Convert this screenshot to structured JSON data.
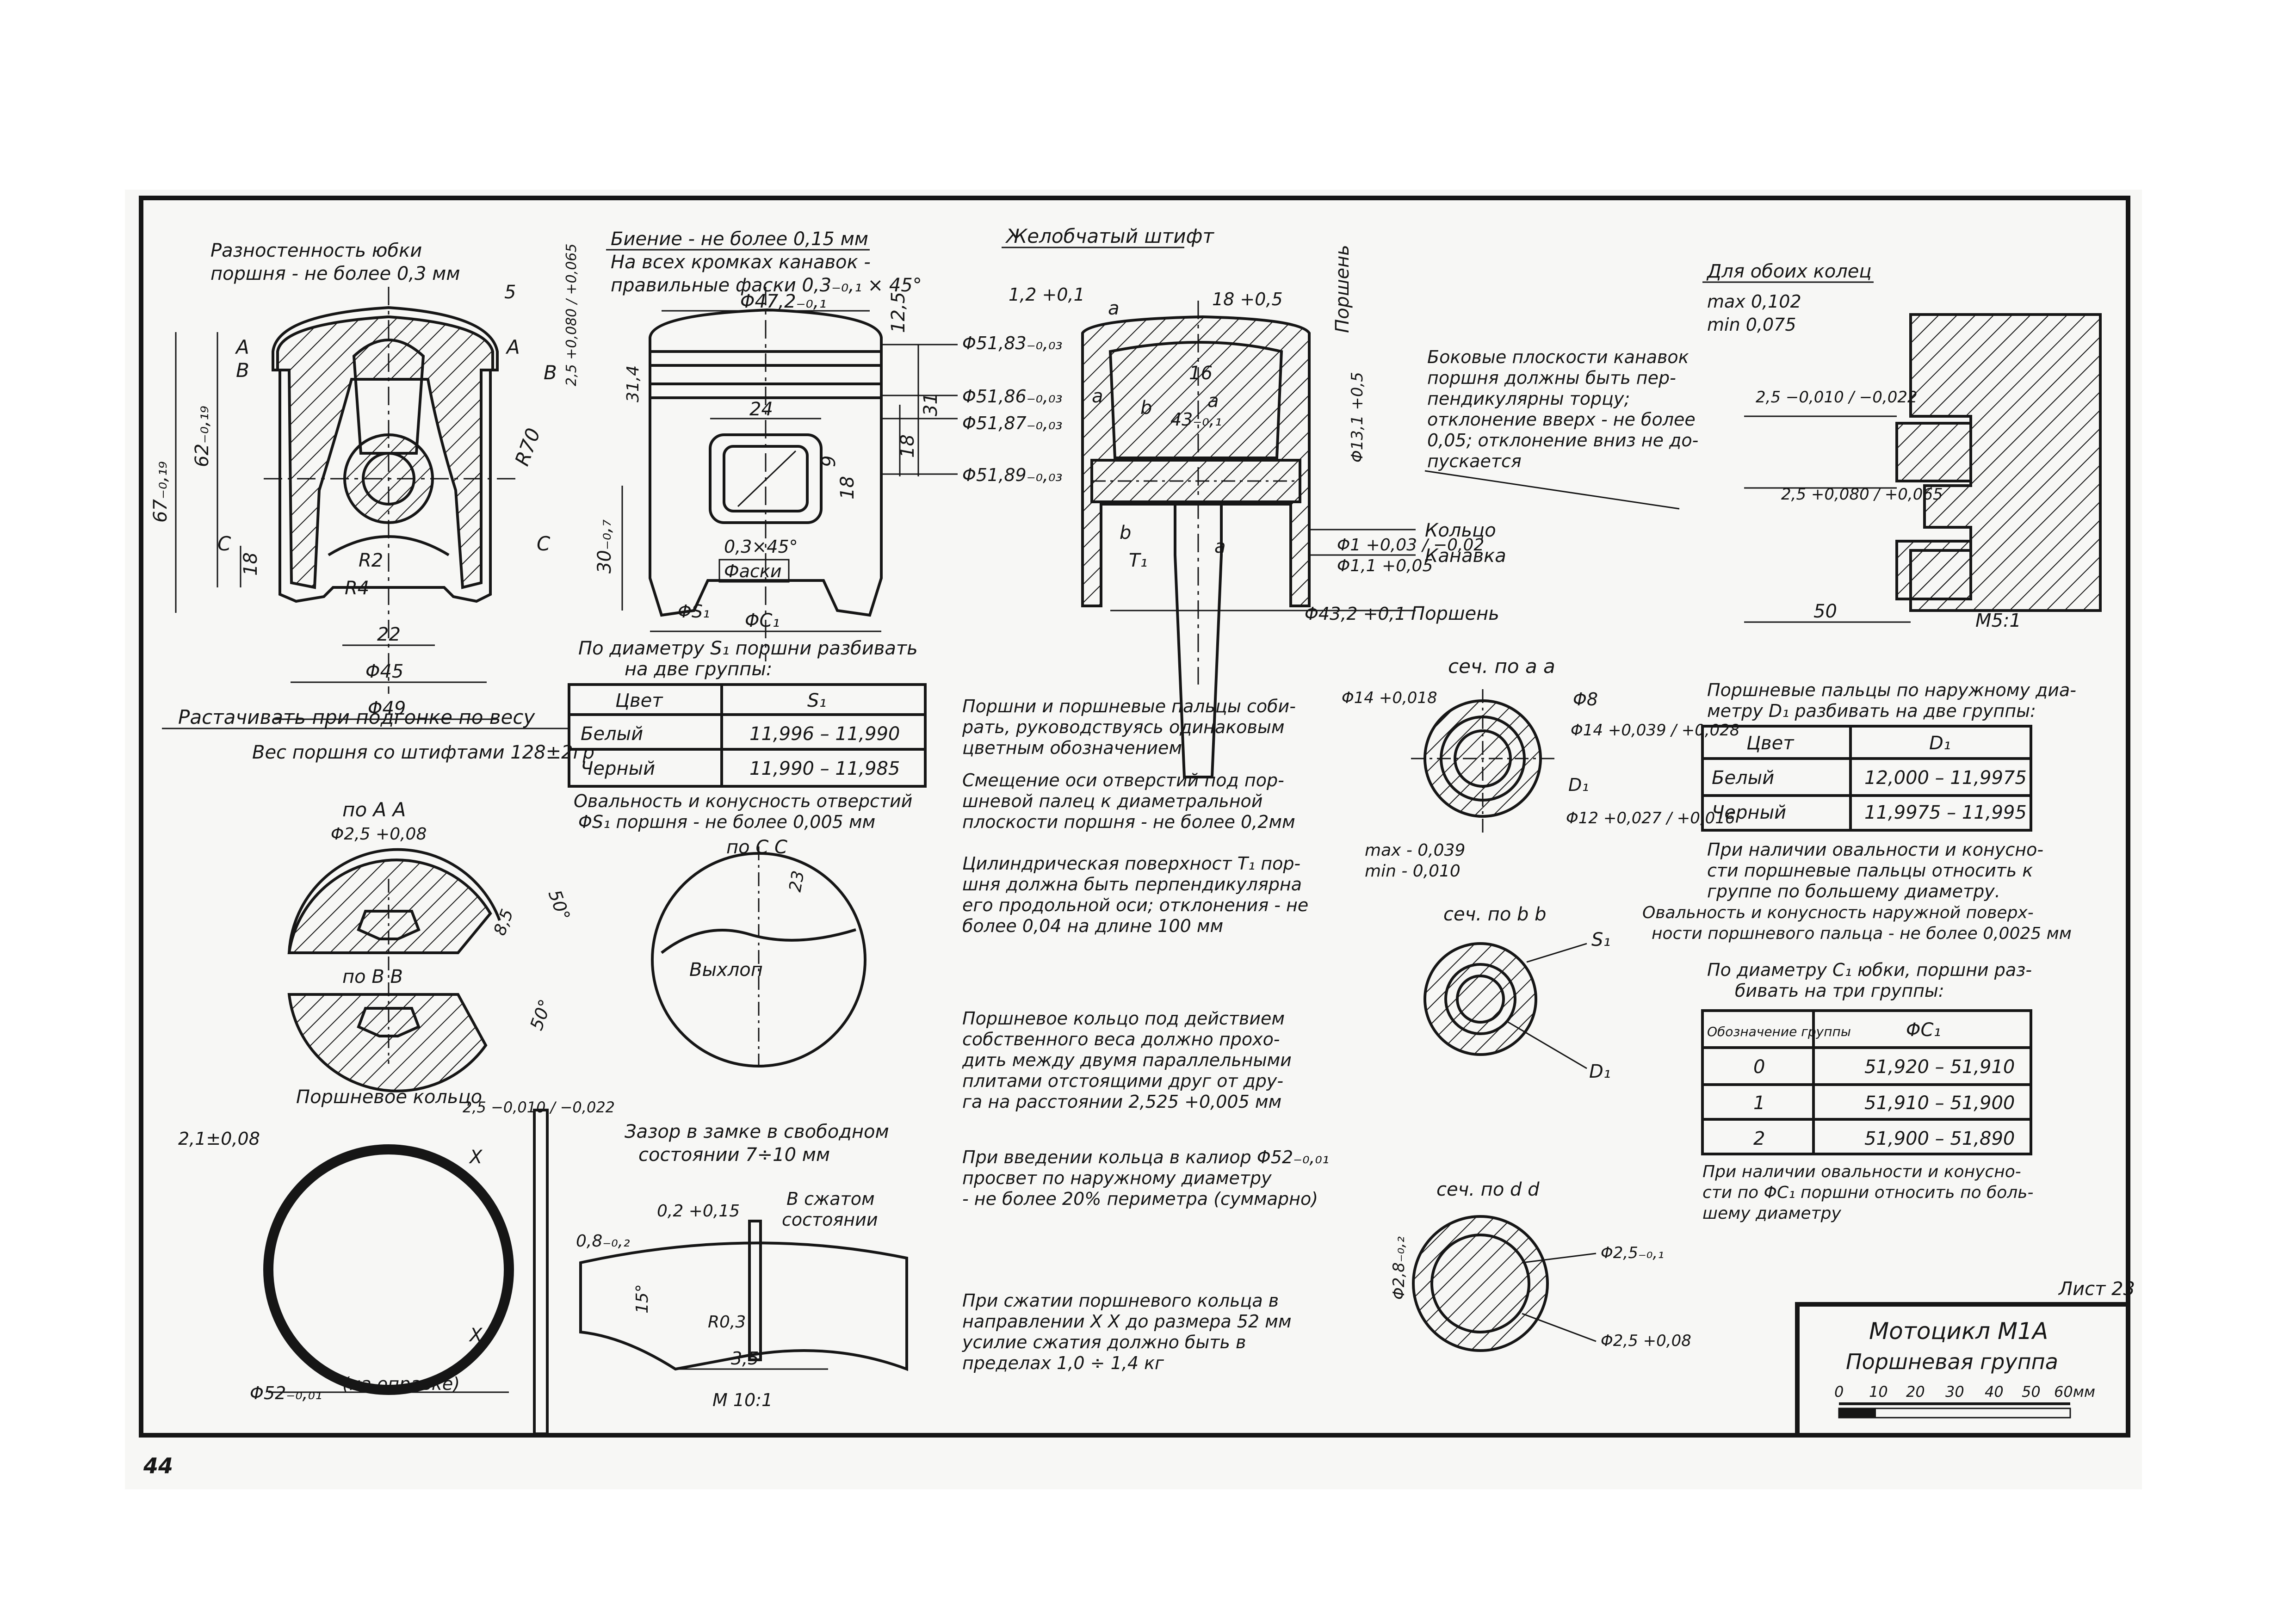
{
  "sheet": {
    "page_number": "44",
    "sheet_label": "Лист 23",
    "title_main": "Мотоцикл М1А",
    "title_sub": "Поршневая группа",
    "scale_labels": [
      "0",
      "10",
      "20",
      "30",
      "40",
      "50",
      "60мм"
    ]
  },
  "piston_left": {
    "note_title_1": "Разностенность юбки",
    "note_title_2": "поршня - не более 0,3 мм",
    "dim_5": "5",
    "dim_67": "67₋₀,₁₉",
    "dim_62": "62₋₀,₁₉",
    "dim_18": "18",
    "dim_r70": "R70",
    "dim_r2": "R2",
    "dim_r4": "R4",
    "dim_22": "22",
    "dim_45": "Φ45",
    "dim_49": "Φ49",
    "tol_25": "2,5 +0,080 / +0,065",
    "label_a": "А",
    "label_b": "В",
    "label_c": "С",
    "note_bore": "Растачивать при подгонке по весу",
    "note_weight": "Вес поршня со штифтами 128±2гр"
  },
  "piston_mid": {
    "note_runout": "Биение - не более 0,15 мм",
    "note_edges_1": "На всех кромках канавок -",
    "note_edges_2": "правильные фаски 0,3₋₀,₁ × 45°",
    "dim_472": "Φ47,2₋₀,₁",
    "dim_125": "12,5",
    "dim_314": "31,4",
    "dim_24": "24",
    "dim_9": "9",
    "dim_18b": "18",
    "dim_18c": "18",
    "dim_31": "31",
    "dim_30": "30₋₀,₇",
    "dim_5183": "Φ51,83₋₀,₀₃",
    "dim_5186": "Φ51,86₋₀,₀₃",
    "dim_5187": "Φ51,87₋₀,₀₃",
    "dim_5189": "Φ51,89₋₀,₀₃",
    "dim_chamfer": "0,3×45°",
    "label_chamfer": "Фаски",
    "dim_s1": "ΦS₁",
    "dim_c1": "ΦC₁",
    "group_title_1": "По диаметру S₁ поршни разбивать",
    "group_title_2": "на две группы:",
    "ovality_1": "Овальность и конусность отверстий",
    "ovality_2": "ΦS₁ поршня - не более 0,005 мм"
  },
  "table_s1": {
    "headers": [
      "Цвет",
      "S₁"
    ],
    "rows": [
      [
        "Белый",
        "11,996 – 11,990"
      ],
      [
        "Черный",
        "11,990 – 11,985"
      ]
    ]
  },
  "section_pin": {
    "title": "Желобчатый штифт",
    "dim_12": "1,2 +0,1",
    "dim_18": "18 +0,5",
    "label_a": "a",
    "label_b": "b",
    "dim_16": "16",
    "dim_43": "43₋₀,₁",
    "dim_13": "Φ13,1 +0,5",
    "label_piston": "Поршень",
    "dim_ring1": "Φ1 +0,03 / −0,02",
    "label_ring": "Кольцо",
    "dim_groove": "Φ1,1 +0,05",
    "label_groove": "Канавка",
    "dim_432": "Φ43,2 +0,1",
    "label_piston2": "Поршень",
    "label_t1": "T₁"
  },
  "ring_detail": {
    "title": "Для обоих колец",
    "max": "max 0,102",
    "min": "min 0,075",
    "dim_25a": "2,5 −0,010 / −0,022",
    "dim_25b": "2,5 +0,080 / +0,065",
    "dim_50": "50",
    "scale": "М5:1"
  },
  "side_note": [
    "Боковые плоскости канавок",
    "поршня должны быть пер-",
    "пендикулярны  торцу;",
    "отклонение вверх - не более",
    "0,05; отклонение вниз не до-",
    "пускается"
  ],
  "section_aa": {
    "title": "сеч. по a a",
    "dim_14": "Φ14 +0,018",
    "dim_8": "Φ8",
    "dim_14b": "Φ14 +0,039 / +0,028",
    "dim_d1": "D₁",
    "dim_12": "Φ12 +0,027 / +0,016",
    "max": "max - 0,039",
    "min": "min - 0,010"
  },
  "section_bb": {
    "title": "сеч. по b b",
    "dim_s1": "S₁",
    "dim_d1": "D₁"
  },
  "section_dd": {
    "title": "сеч. по d d",
    "dim_28": "Φ2,8₋₀,₂",
    "dim_25a": "Φ2,5₋₀,₁",
    "dim_25b": "Φ2,5 +0,08"
  },
  "notes_center": [
    [
      "Поршни и поршневые пальцы соби-",
      "рать, руководствуясь одинаковым",
      "цветным обозначением"
    ],
    [
      "Смещение оси отверстий под пор-",
      "шневой палец к диаметральной",
      "плоскости поршня - не более 0,2мм"
    ],
    [
      "Цилиндрическая поверхност T₁ пор-",
      "шня должна быть перпендикулярна",
      "его продольной оси; отклонения - не",
      "более 0,04 на длине 100 мм"
    ],
    [
      "Поршневое кольцо под действием",
      "собственного веса должно прохо-",
      "дить между двумя параллельными",
      "плитами отстоящими друг от дру-",
      "га на расстоянии 2,525 +0,005 мм"
    ],
    [
      "При введении кольца в калиор Φ52₋₀,₀₁",
      "просвет по наружному диаметру",
      "- не более 20% периметра (суммарно)"
    ],
    [
      "При сжатии поршневого кольца в",
      "направлении X X до размера 52 мм",
      "усилие сжатия должно быть в",
      "пределах 1,0 ÷ 1,4 кг"
    ]
  ],
  "pins_right": {
    "title_1": "Поршневые пальцы по наружному диа-",
    "title_2": "метру D₁ разбивать на две группы:",
    "headers": [
      "Цвет",
      "D₁"
    ],
    "rows": [
      [
        "Белый",
        "12,000 – 11,9975"
      ],
      [
        "Черный",
        "11,9975 – 11,995"
      ]
    ],
    "note": [
      "При наличии овальности и конусно-",
      "сти поршневые пальцы относить к",
      "группе по большему диаметру.",
      "Овальность и конусность наружной поверх-",
      "ности поршневого пальца - не более 0,0025 мм"
    ]
  },
  "skirt_right": {
    "title_1": "По диаметру C₁ юбки, поршни раз-",
    "title_2": "бивать на три группы:",
    "headers": [
      "Обозначение группы",
      "ΦC₁"
    ],
    "rows": [
      [
        "0",
        "51,920 – 51,910"
      ],
      [
        "1",
        "51,910 – 51,900"
      ],
      [
        "2",
        "51,900 – 51,890"
      ]
    ],
    "note": [
      "При наличии овальности и конусно-",
      "сти по ΦC₁ поршни относить по боль-",
      "шему диаметру"
    ]
  },
  "section_views": {
    "aa_title": "по А А",
    "aa_dim": "Φ2,5 +0,08",
    "aa_angle": "50°",
    "aa_85": "8,5",
    "bb_title": "по В В",
    "bb_angle": "50°",
    "cc_title": "по С С",
    "cc_dim": "23",
    "cc_exhaust": "Выхлоп"
  },
  "piston_ring": {
    "title": "Поршневое кольцо",
    "dim_21": "2,1±0,08",
    "dim_25": "2,5 −0,010 / −0,022",
    "dim_52": "Φ52₋₀,₀₁",
    "note_mandrel": "(на оправке)",
    "label_x": "X",
    "gap_1": "Зазор в замке в свободном",
    "gap_2": "состоянии  7÷10 мм",
    "dim_02": "0,2 +0,15",
    "compressed_1": "В сжатом",
    "compressed_2": "состоянии",
    "dim_08": "0,8₋₀,₂",
    "dim_15": "15°",
    "dim_r03": "R0,3",
    "dim_35": "3,5",
    "scale": "М 10:1"
  }
}
